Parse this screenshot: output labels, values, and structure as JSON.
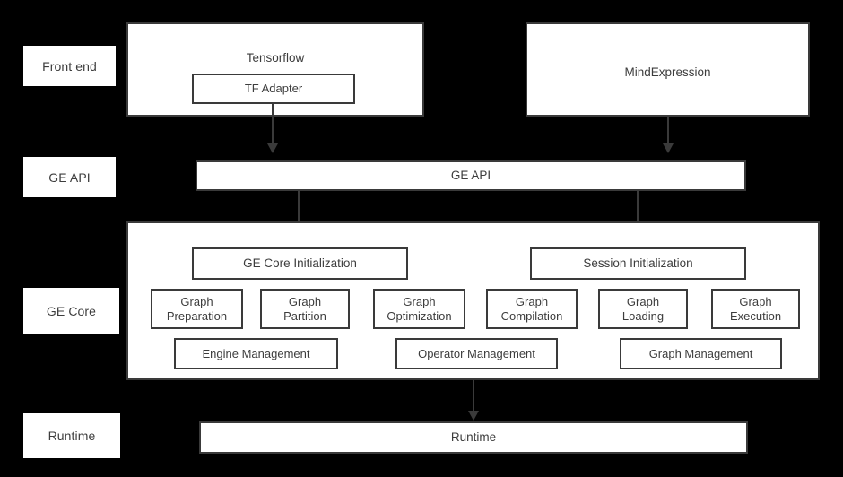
{
  "diagram": {
    "title": "GE (Graph Engine) layered architecture",
    "background_color": "#000000",
    "box_fill_color": "#ffffff",
    "stroke_color": "#3a3a3a",
    "text_color": "#3d3d3d"
  },
  "stages": [
    {
      "label": "Front end"
    },
    {
      "label": "GE API"
    },
    {
      "label": "GE Core"
    },
    {
      "label": "Runtime"
    }
  ],
  "frontend": {
    "tensorflow": {
      "label": "Tensorflow",
      "child": {
        "label": "TF Adapter"
      }
    },
    "mindexpression": {
      "label": "MindExpression"
    }
  },
  "ge_api": {
    "label": "GE API"
  },
  "ge_core": {
    "init_left": {
      "label": "GE Core Initialization"
    },
    "init_right": {
      "label": "Session Initialization"
    },
    "modules": [
      {
        "label": "Graph\nPreparation",
        "line1": "Graph",
        "line2": "Preparation"
      },
      {
        "label": "Graph\nPartition",
        "line1": "Graph",
        "line2": "Partition"
      },
      {
        "label": "Graph\nOptimization",
        "line1": "Graph",
        "line2": "Optimization"
      },
      {
        "label": "Graph\nCompilation",
        "line1": "Graph",
        "line2": "Compilation"
      },
      {
        "label": "Graph\nLoading",
        "line1": "Graph",
        "line2": "Loading"
      },
      {
        "label": "Graph\nExecution",
        "line1": "Graph",
        "line2": "Execution"
      }
    ],
    "managers": [
      {
        "label": "Engine Management"
      },
      {
        "label": "Operator Management"
      },
      {
        "label": "Graph Management"
      }
    ]
  },
  "runtime": {
    "label": "Runtime"
  },
  "connectors": [
    {
      "name": "tf-adapter-to-ge-api",
      "from": "TF Adapter",
      "to": "GE API"
    },
    {
      "name": "mindexpression-to-ge-api",
      "from": "MindExpression",
      "to": "GE API"
    },
    {
      "name": "ge-api-to-ge-core-initialization",
      "from": "GE API",
      "to": "GE Core Initialization"
    },
    {
      "name": "ge-api-to-session-initialization",
      "from": "GE API",
      "to": "Session Initialization"
    },
    {
      "name": "ge-core-to-runtime",
      "from": "GE Core",
      "to": "Runtime"
    }
  ]
}
